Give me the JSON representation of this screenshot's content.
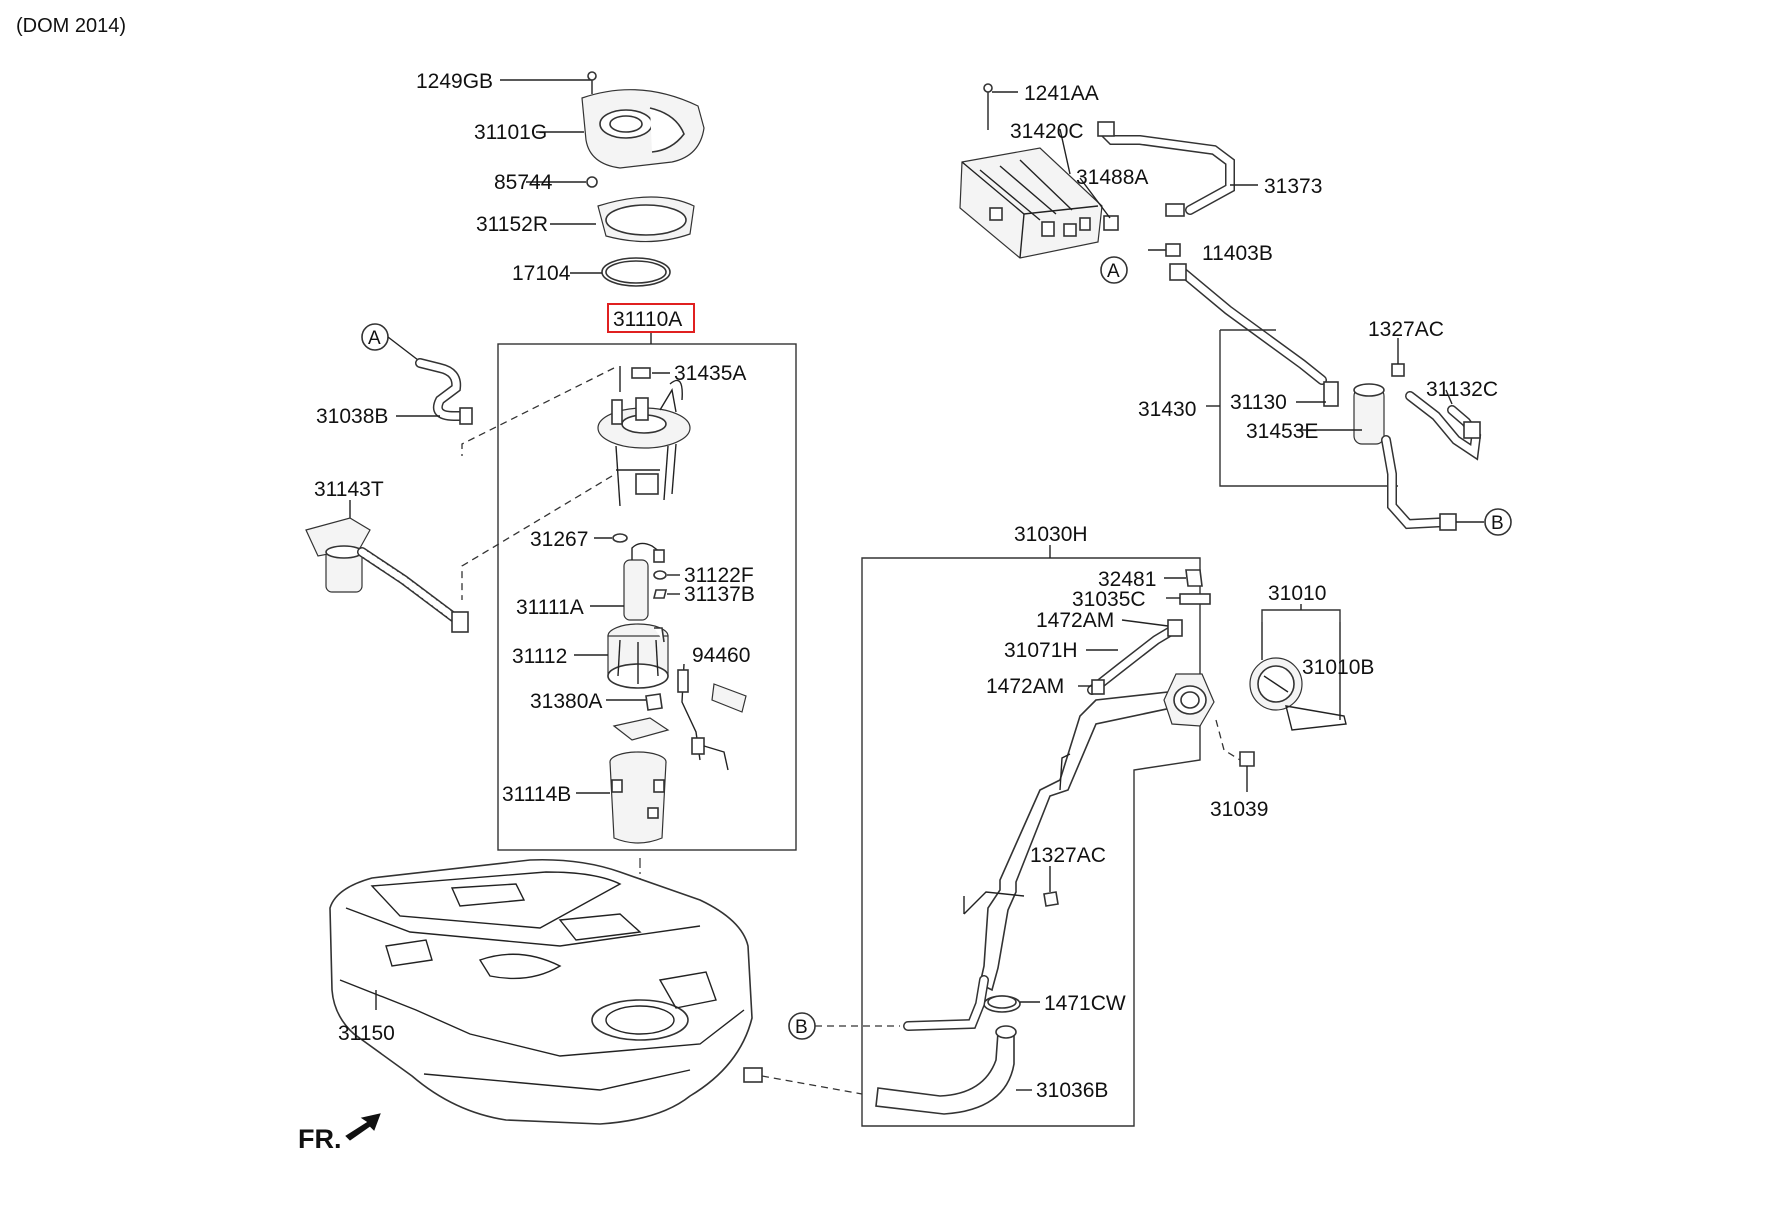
{
  "header": {
    "title": "(DOM 2014)"
  },
  "labels": {
    "p1249GB": "1249GB",
    "p31101G": "31101G",
    "p85744": "85744",
    "p31152R": "31152R",
    "p17104": "17104",
    "p31110A": "31110A",
    "p31435A": "31435A",
    "p31038B": "31038B",
    "p31143T": "31143T",
    "p31267": "31267",
    "p31122F": "31122F",
    "p31137B": "31137B",
    "p31111A": "31111A",
    "p31112": "31112",
    "p94460": "94460",
    "p31380A": "31380A",
    "p31114B": "31114B",
    "p31150": "31150",
    "p1241AA": "1241AA",
    "p31420C": "31420C",
    "p31488A": "31488A",
    "p31373": "31373",
    "p11403B": "11403B",
    "p1327AC_top": "1327AC",
    "p31430": "31430",
    "p31130": "31130",
    "p31132C": "31132C",
    "p31453E": "31453E",
    "p31030H": "31030H",
    "p32481": "32481",
    "p31035C": "31035C",
    "p1472AM_a": "1472AM",
    "p31071H": "31071H",
    "p1472AM_b": "1472AM",
    "p31010": "31010",
    "p31010B": "31010B",
    "p31039": "31039",
    "p1327AC_bot": "1327AC",
    "p1471CW": "1471CW",
    "p31036B": "31036B"
  },
  "markers": {
    "A": "A",
    "B": "B"
  },
  "direction": {
    "label": "FR."
  },
  "highlight": {
    "part": "31110A",
    "color": "#e02020"
  }
}
